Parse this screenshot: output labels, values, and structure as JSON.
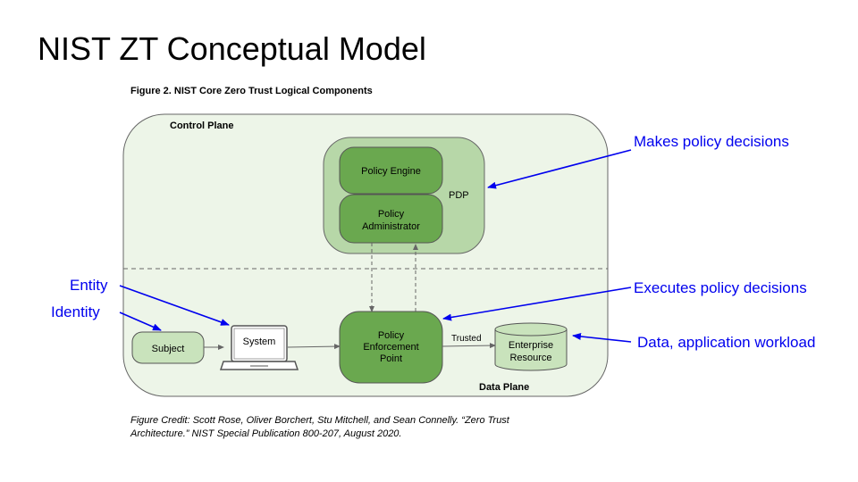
{
  "title": "NIST ZT Conceptual Model",
  "figure_caption": "Figure 2. NIST Core Zero Trust Logical Components",
  "credit_line1": "Figure Credit: Scott Rose, Oliver Borchert, Stu Mitchell, and Sean Connelly. “Zero Trust",
  "credit_line2": "Architecture.” NIST Special Publication 800-207, August 2020.",
  "diagram": {
    "control_plane": "Control Plane",
    "data_plane": "Data Plane",
    "pdp": "PDP",
    "policy_engine": "Policy Engine",
    "policy_admin_1": "Policy",
    "policy_admin_2": "Administrator",
    "pep_1": "Policy",
    "pep_2": "Enforcement",
    "pep_3": "Point",
    "subject": "Subject",
    "system": "System",
    "trusted": "Trusted",
    "resource_1": "Enterprise",
    "resource_2": "Resource"
  },
  "annotations": {
    "policy_decisions": "Makes policy decisions",
    "executes": "Executes policy decisions",
    "data_workload": "Data, application workload",
    "entity": "Entity",
    "identity": "Identity"
  },
  "colors": {
    "arrow_blue": "#0000ee",
    "plane_fill": "#edf5e8",
    "pdp_fill": "#b7d7a8",
    "dark_green": "#6aa84f",
    "light_green": "#c9e3bc"
  }
}
